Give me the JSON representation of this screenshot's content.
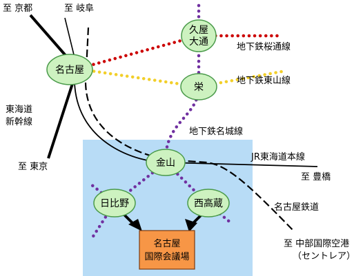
{
  "colors": {
    "highlight_area": "#b8dcf6",
    "station_fill": "#cdf2c0",
    "station_stroke": "#4a9a4a",
    "venue_fill": "#f79646",
    "sakuradori_line": "#cc0000",
    "higashiyama_line": "#f2cf2a",
    "meijo_line": "#7030a0",
    "other_subway": "#7030a0",
    "rail_line": "#000000"
  },
  "stations": {
    "nagoya": "名古屋",
    "hisaya_odori": [
      "久屋",
      "大通"
    ],
    "sakae": "栄",
    "kanayama": "金山",
    "hibino": "日比野",
    "nishi_takakura": "西高蔵"
  },
  "lines": {
    "sakuradori": "地下鉄桜通線",
    "higashiyama": "地下鉄東山線",
    "meijo": "地下鉄名城線",
    "tokaido_shinkansen": [
      "東海道",
      "新幹線"
    ],
    "jr_tokaido": "JR東海道本線",
    "meitetsu": "名古屋鉄道"
  },
  "destinations": {
    "kyoto": "至 京都",
    "gifu": "至 岐阜",
    "tokyo": "至 東京",
    "toyohashi": "至 豊橋",
    "centrair": [
      "至 中部国際空港",
      "（セントレア）"
    ]
  },
  "venue": [
    "名古屋",
    "国際会議場"
  ]
}
